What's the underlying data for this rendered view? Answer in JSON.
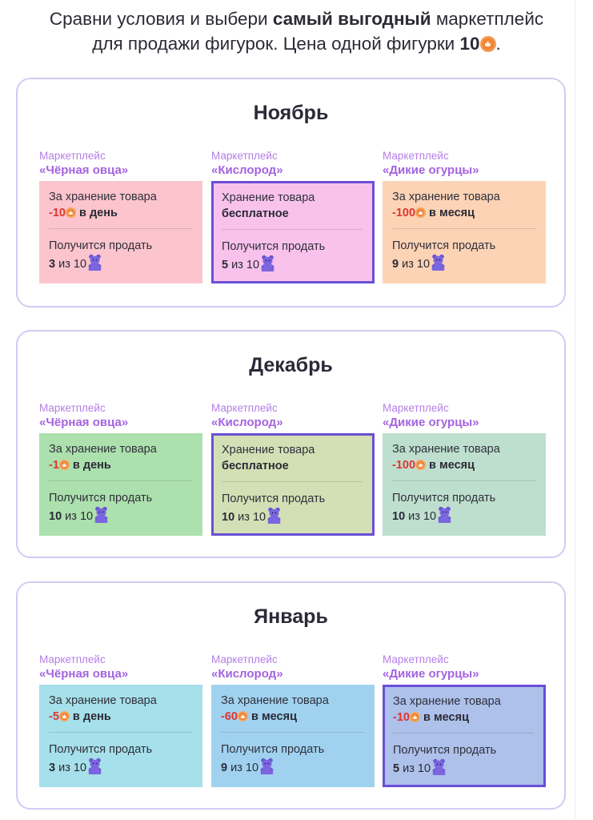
{
  "intro": {
    "line1_a": "Сравни условия и выбери ",
    "line1_bold": "самый выгодный",
    "line1_b": " маркетплейс",
    "line2_a": "для продажи фигурок. Цена одной фигурки ",
    "line2_bold": "10",
    "line2_end": "."
  },
  "icons": {
    "currency": "coin-icon",
    "product": "figurine-icon"
  },
  "colors": {
    "selected_border": "#6a4fd6",
    "month_border": "#d2cbf4",
    "marketplace_label": "#b57ee6",
    "negative_value": "#e0352e"
  },
  "months": [
    {
      "title": "Ноябрь",
      "columns": [
        {
          "label": "Маркетплейс",
          "name": "«Чёрная овца»",
          "bg": "#fcc4cd",
          "selected": false,
          "storage_label": "За хранение товара",
          "storage_amount": "-10",
          "storage_period": " в день",
          "storage_text": "",
          "sell_label": "Получится продать",
          "sold": "3",
          "sold_rest": " из 10"
        },
        {
          "label": "Маркетплейс",
          "name": "«Кислород»",
          "bg": "#f8c2ec",
          "selected": true,
          "storage_label": "Хранение товара",
          "storage_amount": "",
          "storage_period": "",
          "storage_text": "бесплатное",
          "sell_label": "Получится продать",
          "sold": "5",
          "sold_rest": " из 10"
        },
        {
          "label": "Маркетплейс",
          "name": "«Дикие огурцы»",
          "bg": "#fdd3b5",
          "selected": false,
          "storage_label": "За хранение товара",
          "storage_amount": "-100",
          "storage_period": " в месяц",
          "storage_text": "",
          "sell_label": "Получится продать",
          "sold": "9",
          "sold_rest": " из 10"
        }
      ]
    },
    {
      "title": "Декабрь",
      "columns": [
        {
          "label": "Маркетплейс",
          "name": "«Чёрная овца»",
          "bg": "#ace0ad",
          "selected": false,
          "storage_label": "За хранение товара",
          "storage_amount": "-1",
          "storage_period": " в день",
          "storage_text": "",
          "sell_label": "Получится продать",
          "sold": "10",
          "sold_rest": " из 10"
        },
        {
          "label": "Маркетплейс",
          "name": "«Кислород»",
          "bg": "#d3e0b5",
          "selected": true,
          "storage_label": "Хранение товара",
          "storage_amount": "",
          "storage_period": "",
          "storage_text": "бесплатное",
          "sell_label": "Получится продать",
          "sold": "10",
          "sold_rest": " из 10"
        },
        {
          "label": "Маркетплейс",
          "name": "«Дикие огурцы»",
          "bg": "#bedfce",
          "selected": false,
          "storage_label": "За хранение товара",
          "storage_amount": "-100",
          "storage_period": " в месяц",
          "storage_text": "",
          "sell_label": "Получится продать",
          "sold": "10",
          "sold_rest": " из 10"
        }
      ]
    },
    {
      "title": "Январь",
      "columns": [
        {
          "label": "Маркетплейс",
          "name": "«Чёрная овца»",
          "bg": "#a6e0ea",
          "selected": false,
          "storage_label": "За хранение товара",
          "storage_amount": "-5",
          "storage_period": " в день",
          "storage_text": "",
          "sell_label": "Получится продать",
          "sold": "3",
          "sold_rest": " из 10"
        },
        {
          "label": "Маркетплейс",
          "name": "«Кислород»",
          "bg": "#a0d2f0",
          "selected": false,
          "storage_label": "За хранение товара",
          "storage_amount": "-60",
          "storage_period": " в месяц",
          "storage_text": "",
          "sell_label": "Получится продать",
          "sold": "9",
          "sold_rest": " из 10"
        },
        {
          "label": "Маркетплейс",
          "name": "«Дикие огурцы»",
          "bg": "#adc1ea",
          "selected": true,
          "storage_label": "За хранение товара",
          "storage_amount": "-10",
          "storage_period": " в месяц",
          "storage_text": "",
          "sell_label": "Получится продать",
          "sold": "5",
          "sold_rest": " из 10"
        }
      ]
    }
  ]
}
